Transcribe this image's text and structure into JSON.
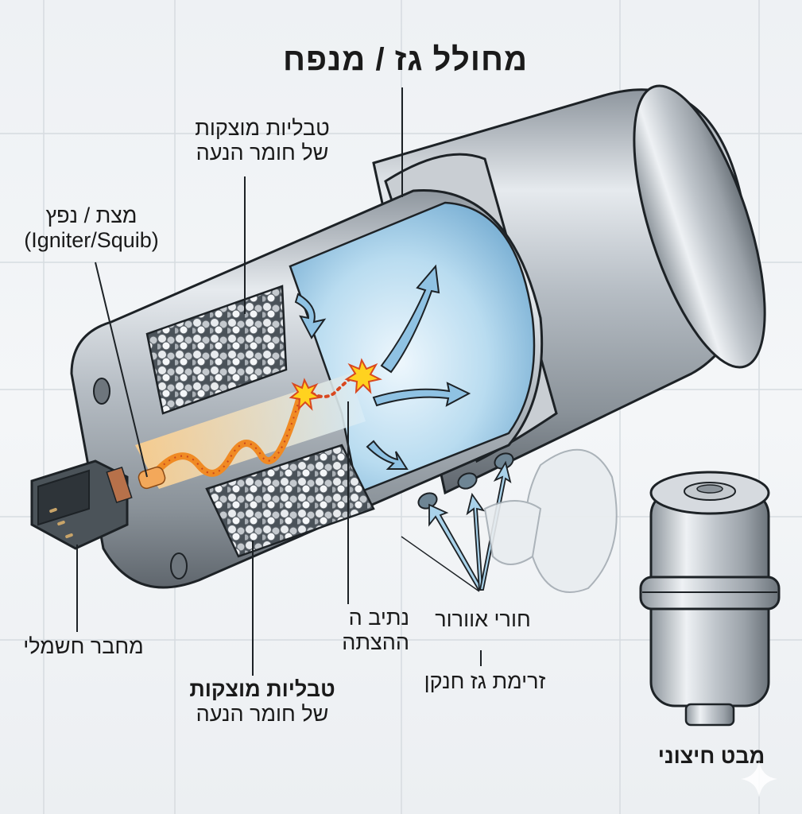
{
  "title": "מחולל גז / מנפח",
  "labels": {
    "propellant_top": {
      "line1": "טבליות מוצקות",
      "line2": "של חומר הנעה"
    },
    "igniter": {
      "line1": "מצת / נפץ",
      "line2": "(Igniter/Squib)"
    },
    "connector": "מחבר חשמלי",
    "propellant_bottom": {
      "line1": "טבליות מוצקות",
      "line2": "של חומר הנעה"
    },
    "ignition_path": {
      "line1": "נתיב ה",
      "line2": "ההצתה"
    },
    "vent_holes": "חורי אוורור",
    "gas_flow": "זרימת גז חנקן",
    "external_view": "מבט חיצוני"
  },
  "colors": {
    "background": "#eff2f5",
    "metal": "#b9c0c7",
    "metal_dark": "#6f777f",
    "gas_blue": "#a9d2ea",
    "arrow_blue": "#6fa6cc",
    "ignition_orange": "#f08a24",
    "spark_yellow": "#ffd21f",
    "outline": "#1d2226"
  }
}
